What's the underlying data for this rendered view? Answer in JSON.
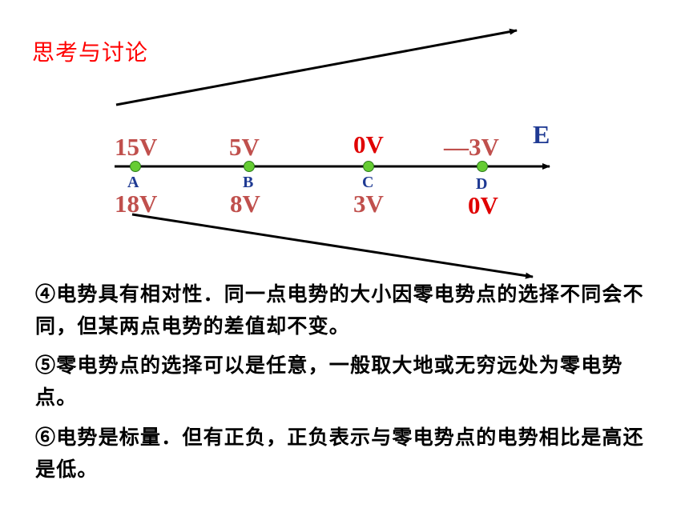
{
  "title": "思考与讨论",
  "field_label": "E",
  "points": {
    "A": {
      "label": "A",
      "upper": "15V",
      "lower": "18V"
    },
    "B": {
      "label": "B",
      "upper": "5V",
      "lower": "8V"
    },
    "C": {
      "label": "C",
      "upper": "0V",
      "lower": "3V"
    },
    "D": {
      "label": "D",
      "upper": "—3V",
      "lower": "0V"
    }
  },
  "paragraphs": {
    "p4": "④电势具有相对性．同一点电势的大小因零电势点的选择不同会不同，但某两点电势的差值却不变。",
    "p5": "⑤零电势点的选择可以是任意，一般取大地或无穷远处为零电势点。",
    "p6": "⑥电势是标量．但有正负，正负表示与零电势点的电势相比是高还是低。"
  },
  "colors": {
    "title": "#ff0000",
    "point_fill": "#66cc33",
    "label_blue": "#1f3a93",
    "volt_dark_red": "#c0504d",
    "volt_red": "#e00000"
  }
}
